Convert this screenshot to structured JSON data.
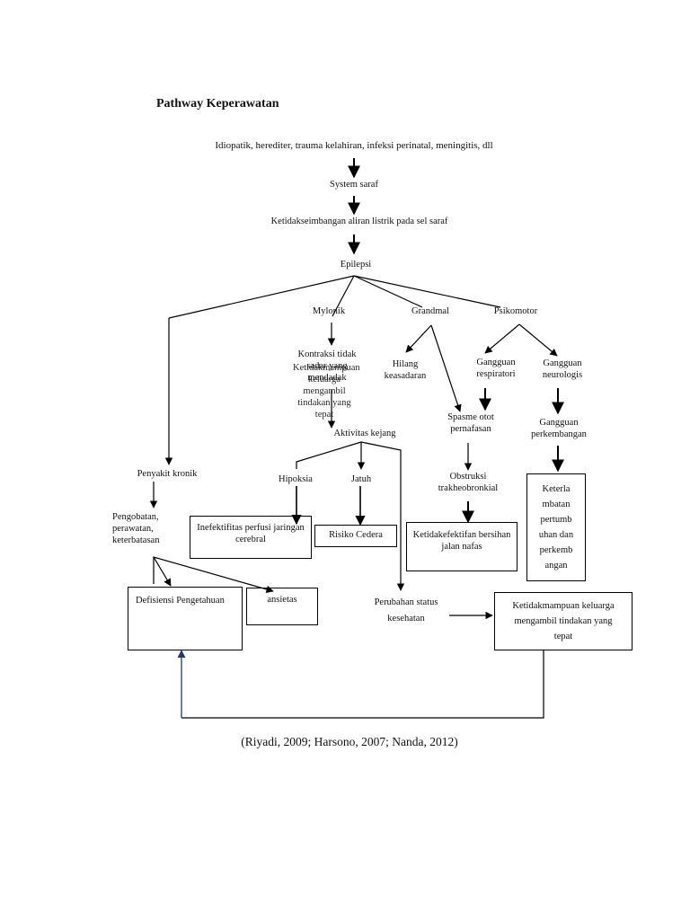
{
  "title": "Pathway Keperawatan",
  "nodes": {
    "etiologi": "Idiopatik, herediter, trauma kelahiran, infeksi perinatal, meningitis, dll",
    "system_saraf": "System saraf",
    "ketidakseimbangan": "Ketidakseimbangan aliran listrik pada sel saraf",
    "epilepsi": "Epilepsi",
    "mylonik": "Mylonik",
    "grandmal": "Grandmal",
    "psikomotor": "Psikomotor",
    "kontraksi": "Kontraksi tidak sadar yang mendadak",
    "kontraksi_overlap": "Ketidakmampuan keluarga mengambil tindakan yang tepat",
    "hilang_kesadaran": "Hilang keasadaran",
    "gangguan_respiratori": "Gangguan respiratori",
    "gangguan_neurologis": "Gangguan neurologis",
    "spasme": "Spasme otot pernafasan",
    "gangguan_perkembangan": "Gangguan perkembangan",
    "aktivitas_kejang": "Aktivitas kejang",
    "penyakit_kronik": "Penyakit kronik",
    "hipoksia": "Hipoksia",
    "jatuh": "Jatuh",
    "obstruksi": "Obstruksi trakheobronkial",
    "pengobatan": "Pengobatan, perawatan, keterbatasan",
    "inefektifitas": "Inefektifitas perfusi jaringan cerebral",
    "risiko_cedera": "Risiko Cedera",
    "ketidakefektifan": "Ketidakefektifan bersihan jalan nafas",
    "keterlambatan": "Keterla mbatan pertumb uhan dan perkemb angan",
    "defisiensi": "Defisiensi Pengetahuan",
    "ansietas": "ansietas",
    "perubahan_status": "Perubahan status kesehatan",
    "ketidakmampuan": "Ketidakmampuan keluarga mengambil tindakan yang tepat"
  },
  "colors": {
    "line": "#000000",
    "feedback_arrow": "#1f3a6e"
  },
  "citation": "(Riyadi, 2009; Harsono, 2007; Nanda, 2012)"
}
